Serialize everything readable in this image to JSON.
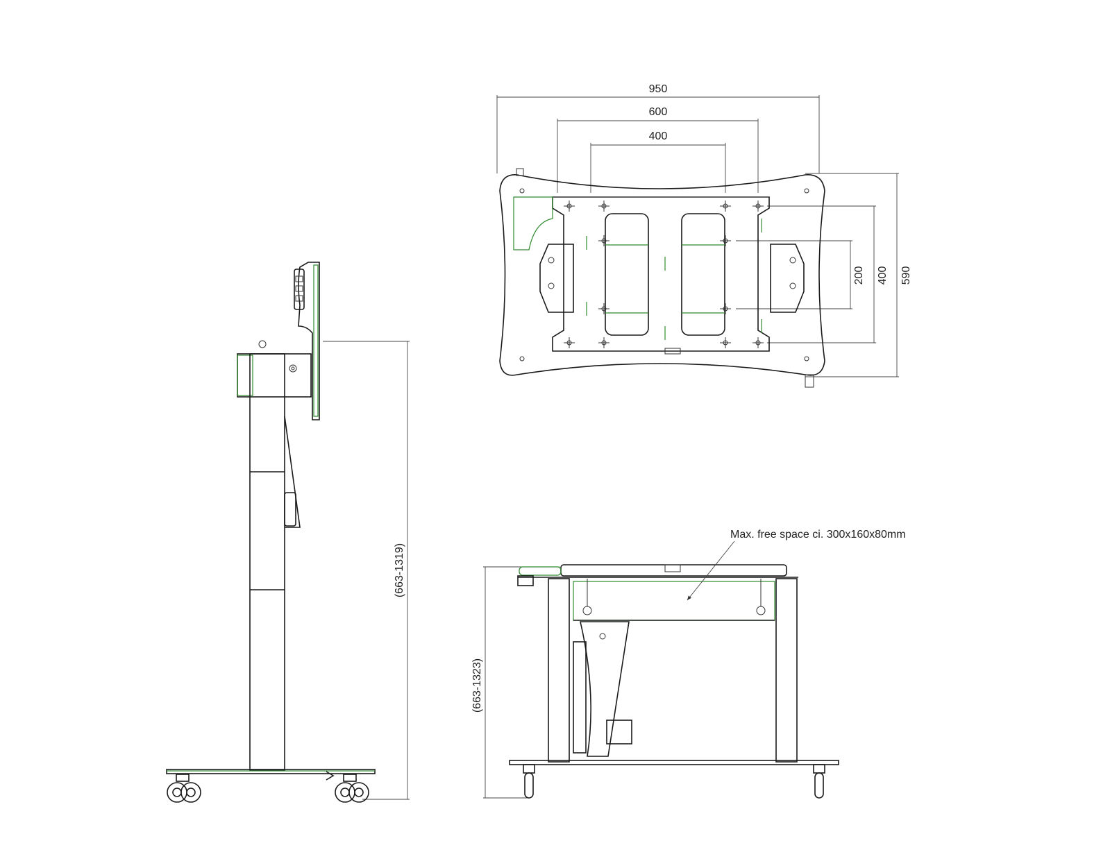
{
  "dimensions": {
    "width_950": "950",
    "spacing_600": "600",
    "spacing_400_h": "400",
    "height_590": "590",
    "spacing_400_v": "400",
    "spacing_200": "200",
    "height_range_side": "(663-1319)",
    "height_range_front": "(663-1323)"
  },
  "annotations": {
    "free_space": "Max. free space ci. 300x160x80mm"
  },
  "colors": {
    "line": "#1a1a1a",
    "accent_green": "#2e8b2e"
  }
}
